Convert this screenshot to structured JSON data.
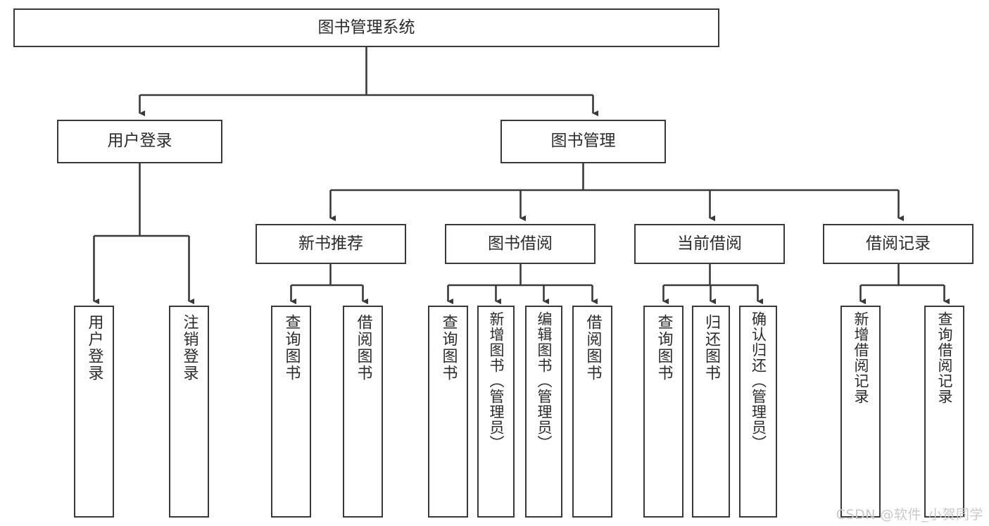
{
  "diagram": {
    "type": "tree",
    "title": "图书管理系统",
    "watermark": "CSDN @软件_小贺同学",
    "colors": {
      "background": "#ffffff",
      "box_border": "#3a3a3a",
      "box_fill": "#ffffff",
      "text": "#2b2b2b",
      "edge": "#3a3a3a",
      "watermark": "#c9c9c9"
    },
    "nodes": {
      "root": {
        "label": "图书管理系统"
      },
      "level1": [
        {
          "id": "user-login",
          "label": "用户登录"
        },
        {
          "id": "book-manage",
          "label": "图书管理"
        }
      ],
      "level2": [
        {
          "id": "new-book-recommend",
          "label": "新书推荐"
        },
        {
          "id": "book-borrow",
          "label": "图书借阅"
        },
        {
          "id": "current-borrow",
          "label": "当前借阅"
        },
        {
          "id": "borrow-record",
          "label": "借阅记录"
        }
      ],
      "leaves": {
        "user-login": [
          {
            "id": "leaf-user-login",
            "label": "用户登录"
          },
          {
            "id": "leaf-logout-login",
            "label": "注销登录"
          }
        ],
        "new-book-recommend": [
          {
            "id": "leaf-query-book-1",
            "label": "查询图书"
          },
          {
            "id": "leaf-borrow-book-1",
            "label": "借阅图书"
          }
        ],
        "book-borrow": [
          {
            "id": "leaf-query-book-2",
            "label": "查询图书"
          },
          {
            "id": "leaf-add-book-admin",
            "label": "新增图书（管理员）"
          },
          {
            "id": "leaf-edit-book-admin",
            "label": "编辑图书（管理员）"
          },
          {
            "id": "leaf-borrow-book-2",
            "label": "借阅图书"
          }
        ],
        "current-borrow": [
          {
            "id": "leaf-query-book-3",
            "label": "查询图书"
          },
          {
            "id": "leaf-return-book",
            "label": "归还图书"
          },
          {
            "id": "leaf-confirm-return-admin",
            "label": "确认归还（管理员）"
          }
        ],
        "borrow-record": [
          {
            "id": "leaf-add-borrow-record",
            "label": "新增借阅记录"
          },
          {
            "id": "leaf-query-borrow-record",
            "label": "查询借阅记录"
          }
        ]
      }
    }
  }
}
